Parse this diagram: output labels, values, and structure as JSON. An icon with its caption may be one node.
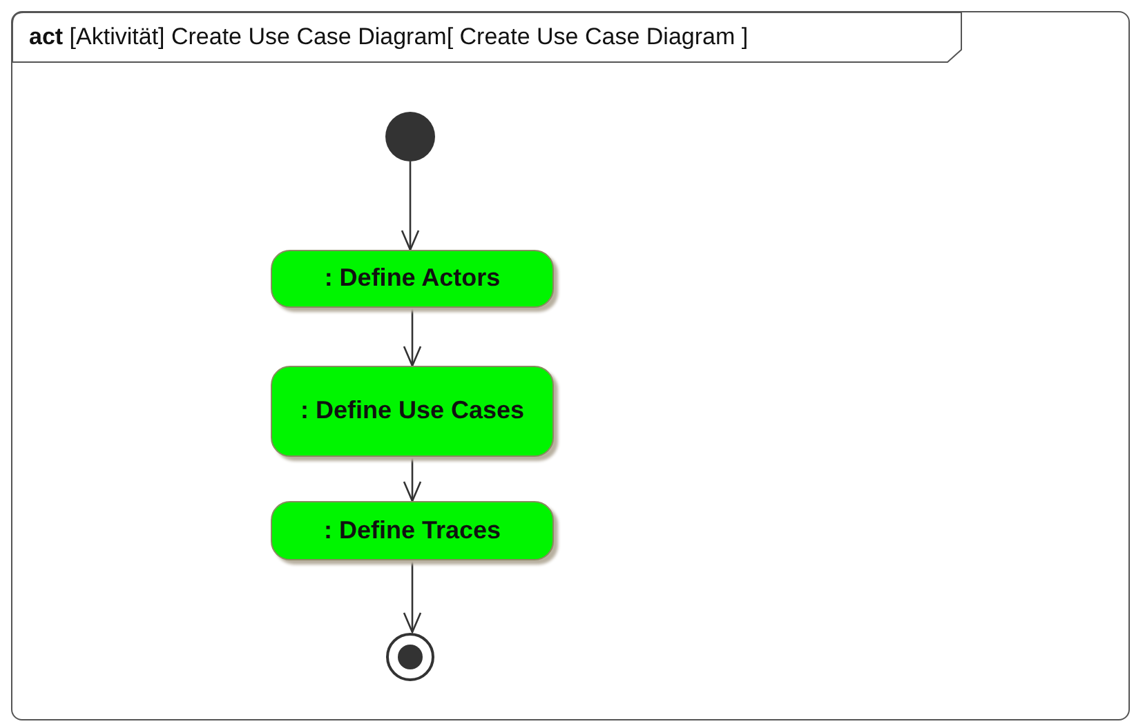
{
  "diagram": {
    "nodes": [
      {
        "text": [
          "**act** [Aktivität] Create Use Case Diagram[ Create Use Case Diagram ]"
        ]
      },
      {
        "text": [],
        "shape": "circle",
        "in": 0
      },
      {
        "text": [
          ": Define Actors"
        ],
        "in": 0
      },
      {
        "text": [
          ": Define Use Cases"
        ],
        "in": 0
      },
      {
        "text": [
          ": Define Traces"
        ],
        "in": 0
      },
      {
        "text": [],
        "shape": "circle",
        "in": 0
      }
    ],
    "edges": [
      {
        "from": 1,
        "to": 2,
        "arrow": "to"
      },
      {
        "from": 2,
        "to": 3,
        "arrow": "to"
      },
      {
        "from": 3,
        "to": 4,
        "arrow": "to"
      },
      {
        "from": 4,
        "to": 5,
        "arrow": "to"
      }
    ]
  }
}
